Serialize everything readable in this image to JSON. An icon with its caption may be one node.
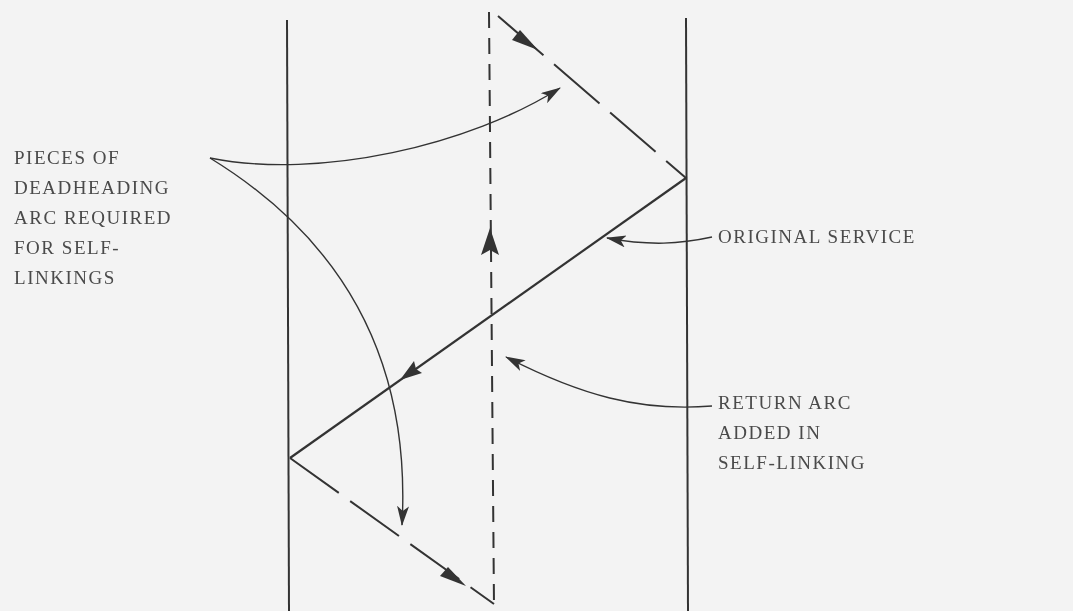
{
  "diagram": {
    "nodes": [
      {
        "text": [
          "PIECES OF DEADHEADING ARC REQUIRED FOR SELF-LINKINGS"
        ]
      },
      {
        "text": [
          "ORIGINAL SERVICE"
        ]
      },
      {
        "text": [
          "RETURN ARC ADDED IN SELF-LINKING"
        ]
      }
    ],
    "edges": [
      {
        "from": 0,
        "to": null,
        "arrow": "to"
      },
      {
        "from": 0,
        "to": null,
        "arrow": "to"
      },
      {
        "from": 1,
        "to": null,
        "arrow": "to"
      },
      {
        "from": 2,
        "to": null,
        "arrow": "to"
      }
    ]
  }
}
